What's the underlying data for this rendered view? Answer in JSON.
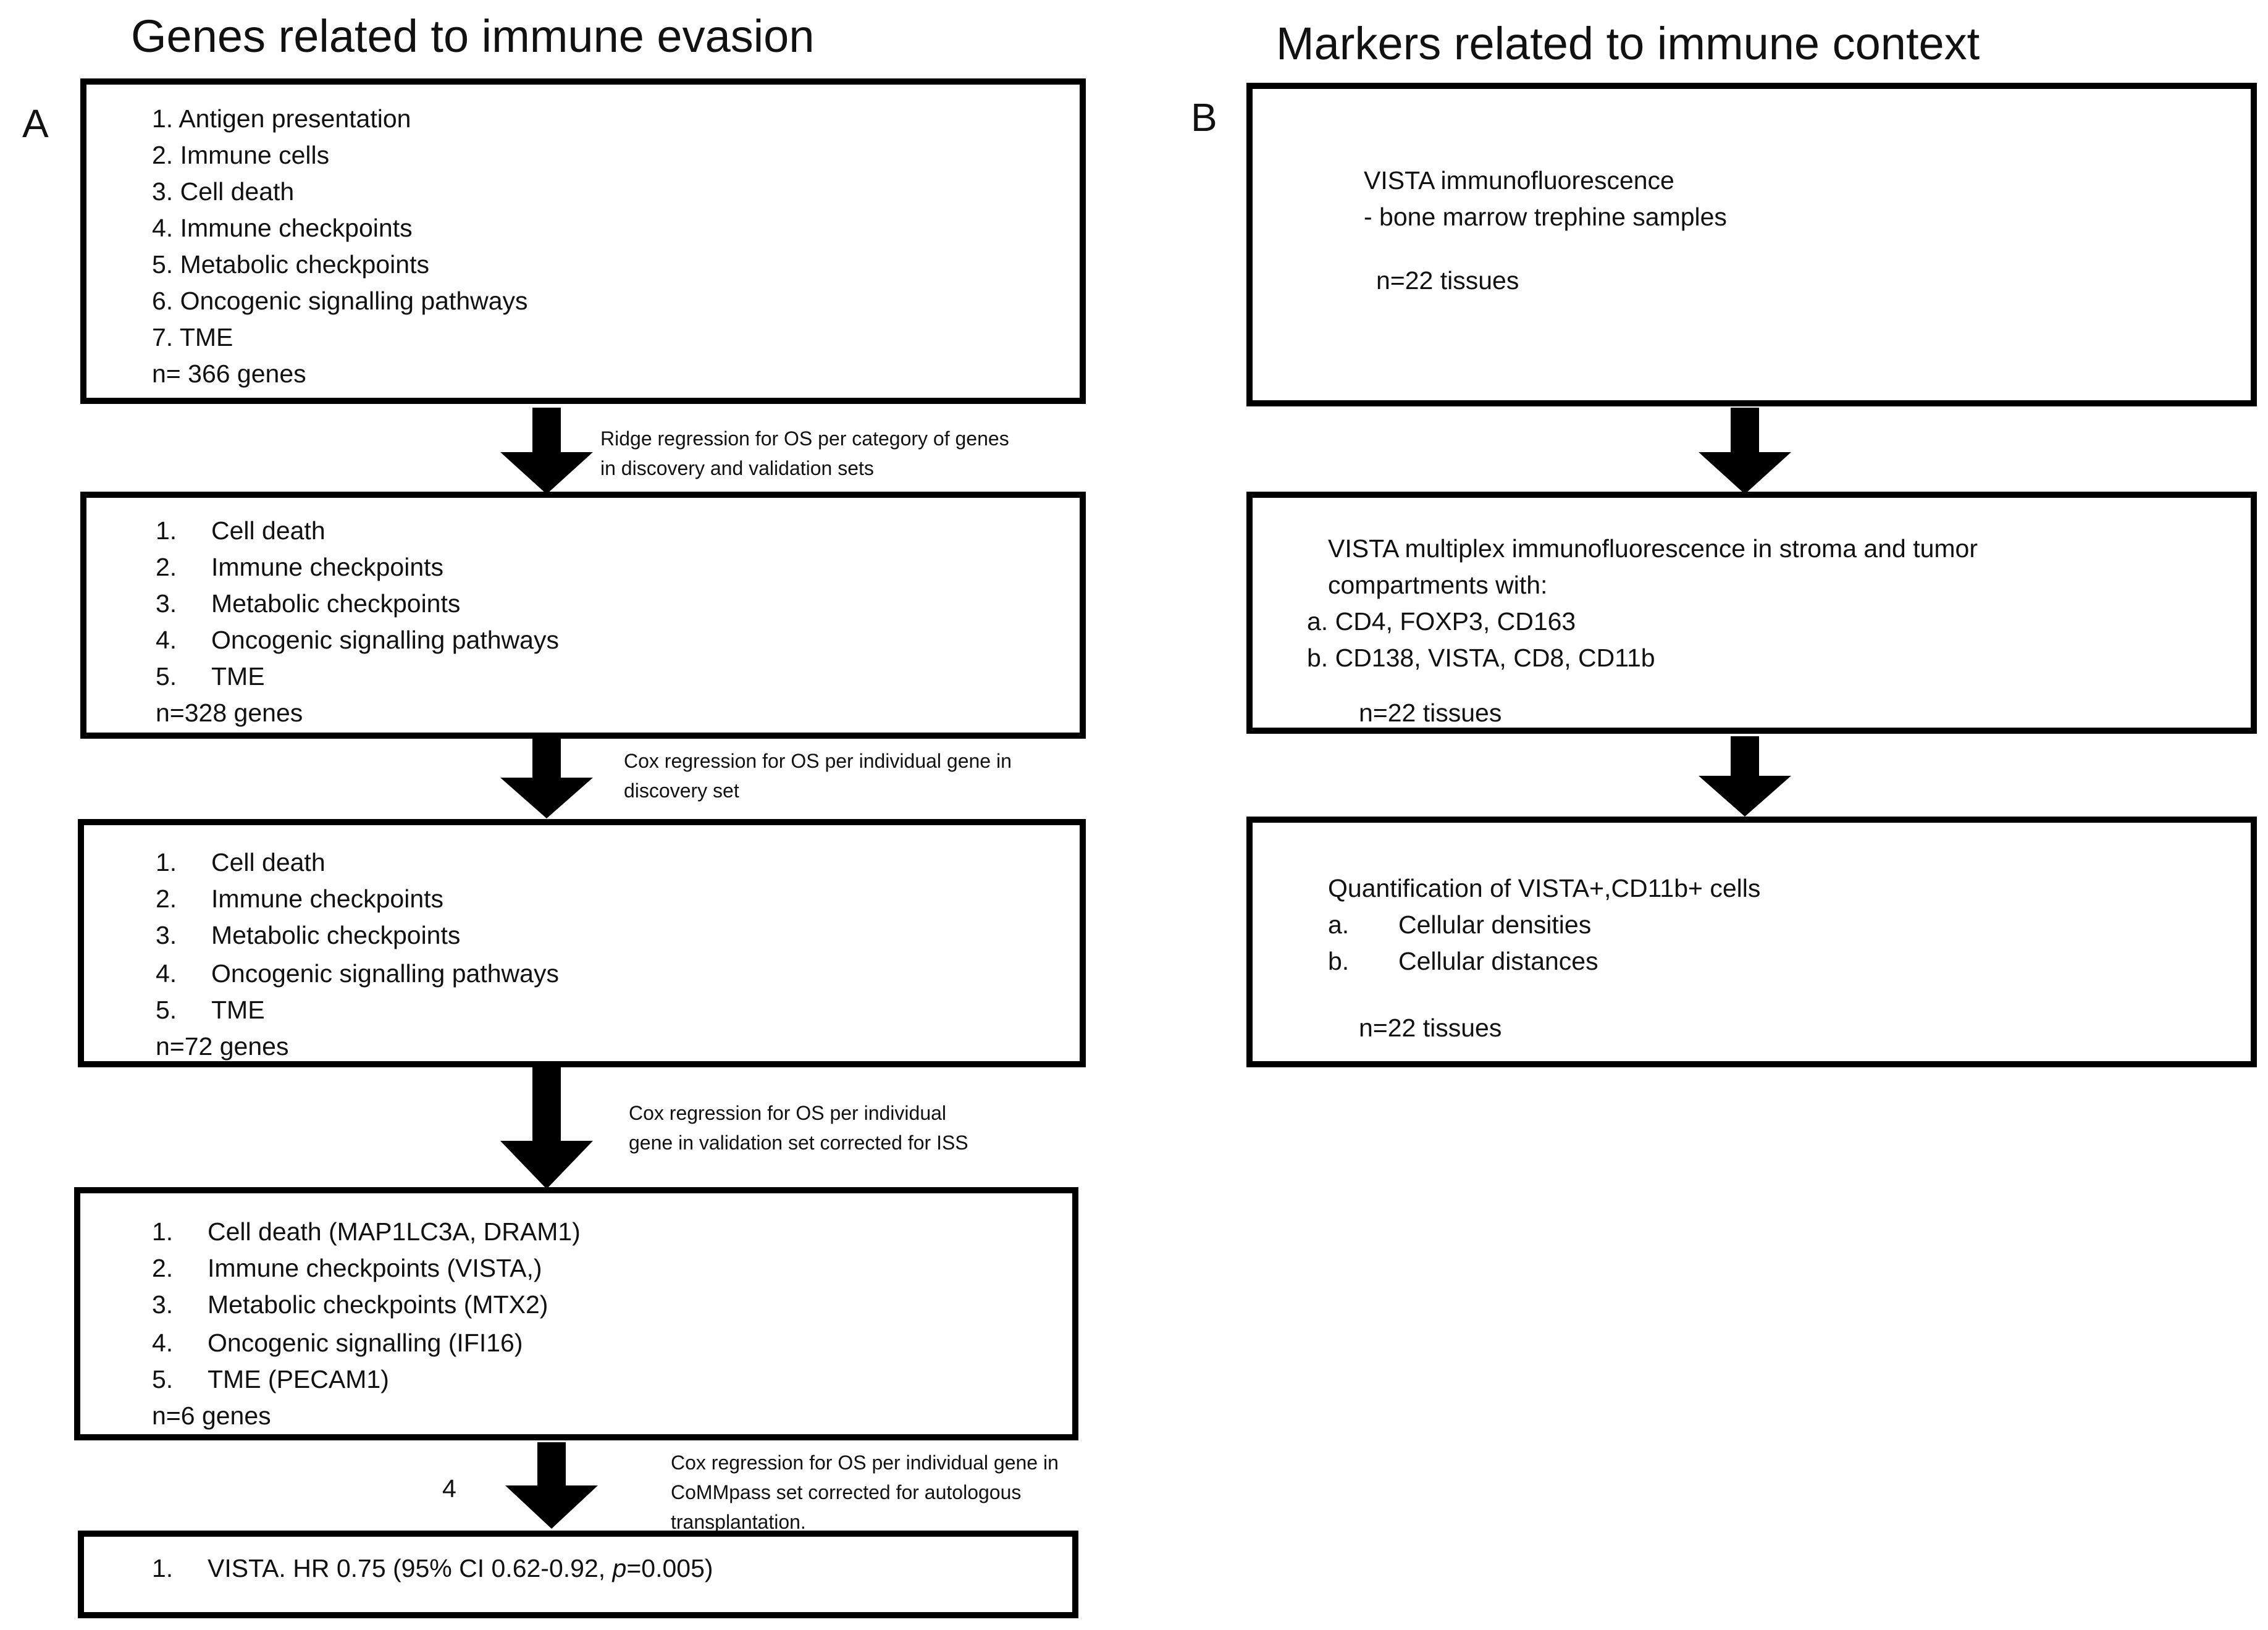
{
  "panel_a": {
    "title": "Genes related to immune evasion",
    "label": "A",
    "box1": {
      "items": [
        "1. Antigen presentation",
        "2. Immune cells",
        "3. Cell death",
        "4. Immune checkpoints",
        "5. Metabolic checkpoints",
        "6. Oncogenic signalling pathways",
        "7. TME"
      ],
      "count": "n= 366 genes"
    },
    "step1_caption": [
      "Ridge regression for OS per category of genes",
      "in  discovery and validation sets"
    ],
    "box2": {
      "nums": [
        "1.",
        "2.",
        "3.",
        "4.",
        "5."
      ],
      "items": [
        "Cell death",
        "Immune checkpoints",
        "Metabolic checkpoints",
        "Oncogenic signalling pathways",
        "TME"
      ],
      "count": "n=328 genes"
    },
    "step2_caption": [
      "Cox regression for OS per individual gene in",
      "discovery set"
    ],
    "box3": {
      "nums": [
        "1.",
        "2.",
        "3.",
        "4.",
        "5."
      ],
      "items": [
        "Cell death",
        "Immune checkpoints",
        "Metabolic checkpoints",
        "Oncogenic signalling pathways",
        "TME"
      ],
      "count": "n=72 genes"
    },
    "step3_caption": [
      "Cox regression for OS per individual",
      "gene in validation set corrected for ISS"
    ],
    "box4": {
      "nums": [
        "1.",
        "2.",
        "3.",
        "4.",
        "5."
      ],
      "items": [
        "Cell death (MAP1LC3A, DRAM1)",
        "Immune checkpoints (VISTA,)",
        "Metabolic checkpoints (MTX2)",
        "Oncogenic signalling (IFI16)",
        "TME  (PECAM1)"
      ],
      "count": "n=6 genes"
    },
    "step4_number": "4",
    "step4_caption": [
      "Cox regression for OS per individual gene in",
      "CoMMpass set corrected for autologous",
      "transplantation."
    ],
    "box5": {
      "num": "1.",
      "text_prefix": "VISTA. HR 0.75 (95% CI 0.62-0.92, ",
      "text_italic": "p",
      "text_suffix": "=0.005)"
    }
  },
  "panel_b": {
    "title": "Markers related to immune context",
    "label": "B",
    "box1": {
      "lines": [
        "VISTA immunofluorescence",
        "- bone marrow trephine samples"
      ],
      "count": "n=22 tissues"
    },
    "box2": {
      "lines": [
        "VISTA multiplex immunofluorescence in stroma and tumor",
        "compartments with:",
        "a. CD4, FOXP3, CD163",
        "b. CD138, VISTA, CD8, CD11b"
      ],
      "count": "n=22 tissues"
    },
    "box3": {
      "header": "Quantification of VISTA+,CD11b+ cells",
      "nums": [
        "a.",
        "b."
      ],
      "items": [
        "Cellular densities",
        "Cellular distances"
      ],
      "count": "n=22 tissues"
    }
  }
}
